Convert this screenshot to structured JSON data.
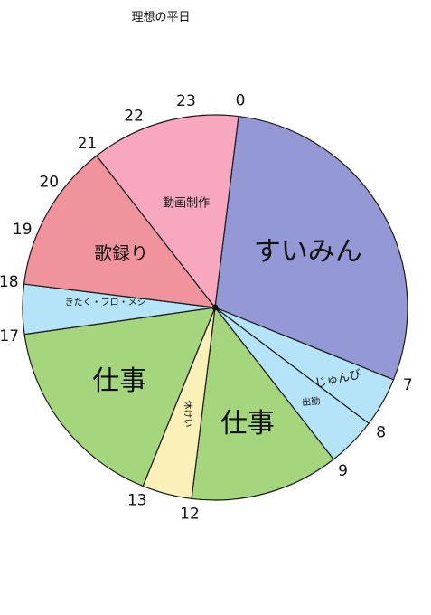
{
  "chart_data": {
    "type": "pie",
    "title": "理想の平日",
    "unit": "hour",
    "colors": {
      "sleep": "#9499d6",
      "prep": "#b5e3f7",
      "work": "#a5d57d",
      "break": "#fbf0b8",
      "home": "#b5e3f7",
      "singing": "#f0939c",
      "video": "#f7a8bf",
      "outline": "#1a1a1a"
    },
    "slices": [
      {
        "key": "sleep",
        "label": "すいみん",
        "start": 0,
        "end": 7,
        "color_key": "sleep"
      },
      {
        "key": "prep",
        "label": "じゅんび",
        "start": 7,
        "end": 8,
        "color_key": "prep"
      },
      {
        "key": "commute",
        "label": "出勤",
        "start": 8,
        "end": 9,
        "color_key": "prep"
      },
      {
        "key": "work_am",
        "label": "仕事",
        "start": 9,
        "end": 12,
        "color_key": "work"
      },
      {
        "key": "break",
        "label": "休けい",
        "start": 12,
        "end": 13,
        "color_key": "break"
      },
      {
        "key": "work_pm",
        "label": "仕事",
        "start": 13,
        "end": 17,
        "color_key": "work"
      },
      {
        "key": "home",
        "label": "きたく・フロ・メシ",
        "start": 17,
        "end": 18,
        "color_key": "home"
      },
      {
        "key": "singing",
        "label": "歌録り",
        "start": 18,
        "end": 21,
        "color_key": "singing"
      },
      {
        "key": "video",
        "label": "動画制作",
        "start": 21,
        "end": 24,
        "color_key": "video"
      }
    ],
    "hour_labels": [
      "0",
      "7",
      "8",
      "9",
      "12",
      "13",
      "17",
      "18",
      "19",
      "20",
      "21",
      "22",
      "23"
    ]
  }
}
